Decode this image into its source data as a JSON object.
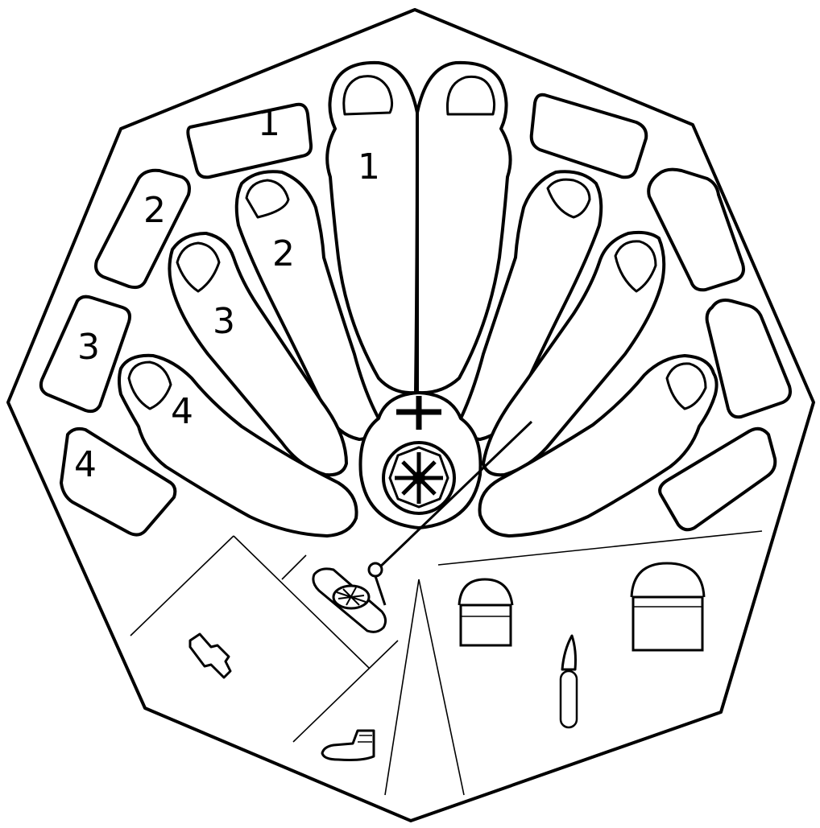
{
  "diagram": {
    "background_color": "#ffffff",
    "line_color": "#000000",
    "left_fingers": [
      {
        "id": "finger-1-left",
        "label": "1"
      },
      {
        "id": "finger-2-left",
        "label": "2"
      },
      {
        "id": "finger-3-left",
        "label": "3"
      },
      {
        "id": "finger-4-left",
        "label": "4"
      }
    ],
    "left_pads": [
      {
        "id": "pad-1-left",
        "label": "1"
      },
      {
        "id": "pad-2-left",
        "label": "2"
      },
      {
        "id": "pad-3-left",
        "label": "3"
      },
      {
        "id": "pad-4-left",
        "label": "4"
      }
    ],
    "right_fingers": [
      {
        "id": "finger-1-right",
        "label": ""
      },
      {
        "id": "finger-2-right",
        "label": ""
      },
      {
        "id": "finger-3-right",
        "label": ""
      },
      {
        "id": "finger-4-right",
        "label": ""
      }
    ],
    "right_pads": [
      {
        "id": "pad-1-right",
        "label": ""
      },
      {
        "id": "pad-2-right",
        "label": ""
      },
      {
        "id": "pad-3-right",
        "label": ""
      },
      {
        "id": "pad-4-right",
        "label": ""
      }
    ],
    "center": {
      "cross_icon": "cross-icon",
      "emblem_icon": "spiral-emblem-icon"
    },
    "bottom_icons": [
      "knife-icon",
      "shoe-icon",
      "brush-icon",
      "bucket-small-icon",
      "bucket-large-icon",
      "pocket-knife-icon"
    ]
  }
}
